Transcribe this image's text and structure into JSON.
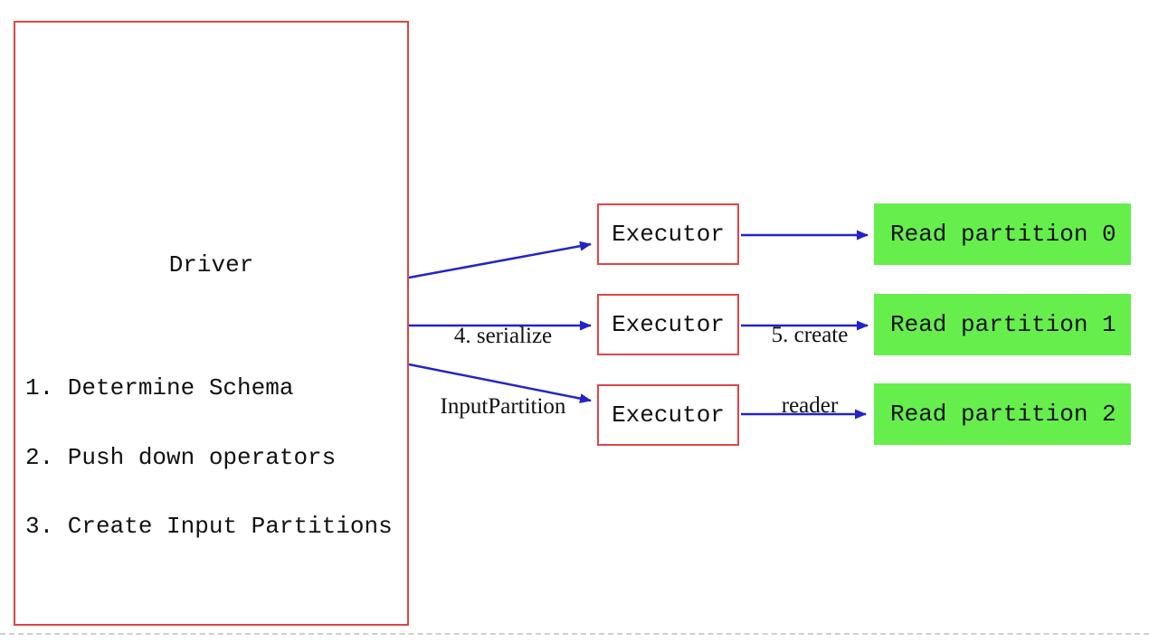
{
  "colors": {
    "box_border": "#e04545",
    "arrow": "#2323cb",
    "partition_fill": "#66ee4d",
    "text": "#111111",
    "page_edge": "#cfcfcf"
  },
  "driver": {
    "title": "Driver",
    "steps": [
      "1. Determine Schema",
      "2. Push down operators",
      "3. Create Input Partitions"
    ]
  },
  "executors": [
    {
      "label": "Executor"
    },
    {
      "label": "Executor"
    },
    {
      "label": "Executor"
    }
  ],
  "partitions": [
    {
      "label": "Read partition 0"
    },
    {
      "label": "Read partition 1"
    },
    {
      "label": "Read partition 2"
    }
  ],
  "labels": {
    "serialize": {
      "line1": "4. serialize",
      "line2": "InputPartition"
    },
    "create_reader": {
      "line1": "5. create",
      "line2": "reader"
    }
  }
}
